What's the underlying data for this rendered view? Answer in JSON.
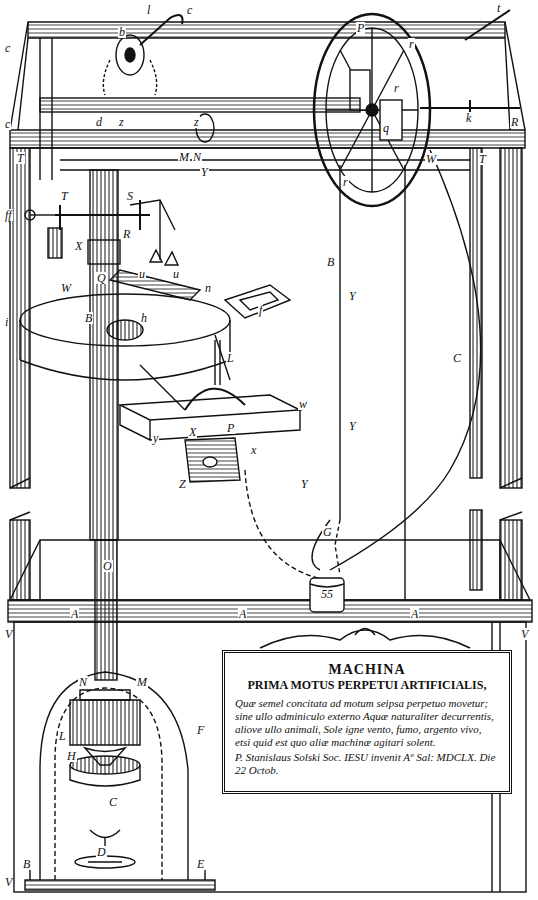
{
  "diagram": {
    "nodes": [
      {
        "text": [
          "MACHINA",
          "PRIMA MOTUS PERPETUI ARTIFICIALIS,",
          "Quæ semel concitata ad motum seipsa perpetuo movetur; sine ullo adminiculo externo Aquæ naturaliter decurrentis, aliove ullo animali, Sole igne vento, fumo, argento vivo, etsi quid est quo aliæ machinæ agitari solent.",
          "P. Stanislaus Solski Soc. IESU invenit Aº Sal: MDCLX. Die 22 Octob."
        ]
      }
    ],
    "labels": [
      "l",
      "c",
      "c",
      "b",
      "c",
      "d",
      "z",
      "z",
      "P",
      "r",
      "r",
      "q",
      "r",
      "t",
      "k",
      "R",
      "T",
      "T",
      "M",
      "N",
      "W",
      "Y",
      "ff",
      "T",
      "S",
      "R",
      "X",
      "u",
      "u",
      "W",
      "Q",
      "B",
      "h",
      "n",
      "f",
      "i",
      "L",
      "P",
      "X",
      "w",
      "Z",
      "x",
      "y",
      "B",
      "Y",
      "Y",
      "Y",
      "C",
      "G",
      "55",
      "O",
      "V",
      "A",
      "A",
      "A",
      "V",
      "N",
      "M",
      "L",
      "F",
      "H",
      "C",
      "B",
      "E",
      "D",
      "V"
    ]
  }
}
